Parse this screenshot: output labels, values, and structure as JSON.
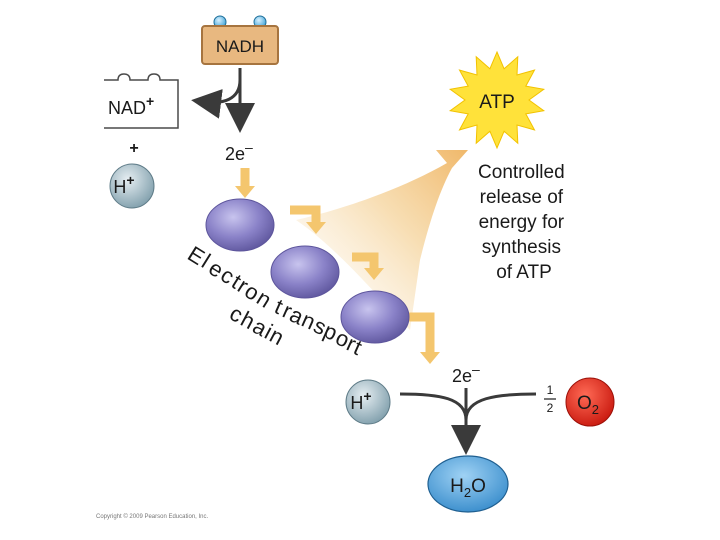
{
  "nadh": {
    "label": "NADH"
  },
  "nad_plus": {
    "label": "NAD",
    "charge": "+"
  },
  "plus_sign": "+",
  "proton_top": {
    "label": "H",
    "charge": "+"
  },
  "atp_burst": {
    "label": "ATP"
  },
  "electrons_top": {
    "label": "2e",
    "charge": "–"
  },
  "energy_note": {
    "lines": [
      "Controlled",
      "release of",
      "energy for",
      "synthesis",
      "of ATP"
    ]
  },
  "etc_label": {
    "letters": [
      "E",
      "l",
      "e",
      "c",
      "t",
      "r",
      "o",
      "n",
      " ",
      "t",
      "r",
      "a",
      "n",
      "s",
      "p",
      "o",
      "r",
      "t"
    ],
    "chain_letters": [
      "c",
      "h",
      "a",
      "i",
      "n"
    ]
  },
  "electrons_bottom": {
    "label": "2e",
    "charge": "–"
  },
  "proton_bottom": {
    "label": "H",
    "charge": "+"
  },
  "oxygen": {
    "fraction_num": "1",
    "fraction_den": "2",
    "label": "O",
    "subscript": "2"
  },
  "water": {
    "label": "H",
    "subscript": "2",
    "suffix": "O"
  },
  "copyright": "Copyright © 2009 Pearson Education, Inc.",
  "colors": {
    "nadh_fill": "#e8b880",
    "nadh_stroke": "#a6743f",
    "proton_fill": "#8aa8b4",
    "carrier_fill": "#8a82c8",
    "atp_fill": "#ffe23a",
    "arrow_yellow": "#f4c66e",
    "oxygen_fill": "#e52b21",
    "water_fill": "#4aa0dc"
  }
}
